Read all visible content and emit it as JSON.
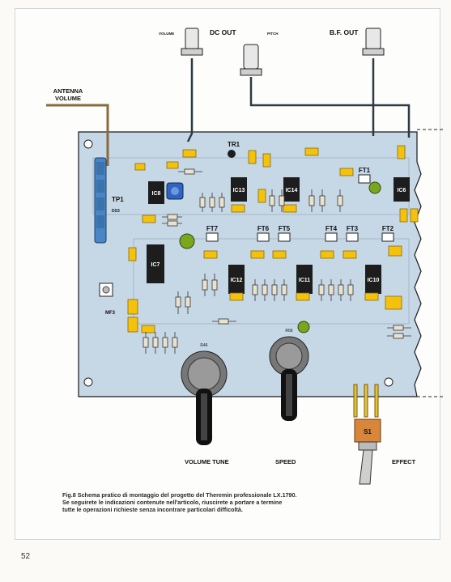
{
  "figure": {
    "top_labels": {
      "volume": "VOLUME",
      "dc_out": "DC OUT",
      "pitch": "PITCH",
      "bf_out": "B.F. OUT"
    },
    "antenna_label_1": "ANTENNA",
    "antenna_label_2": "VOLUME",
    "bottom_labels": {
      "volume_tune": "VOLUME TUNE",
      "speed": "SPEED",
      "effect": "EFFECT"
    },
    "switch_label": "S1",
    "pot_labels": {
      "r46": "R46",
      "r66": "R66"
    },
    "ic_labels": [
      "IC8",
      "IC13",
      "IC14",
      "IC6",
      "IC7",
      "IC12",
      "IC11",
      "IC10"
    ],
    "ft_labels": [
      "FT7",
      "FT6",
      "FT5",
      "FT4",
      "FT3",
      "FT2",
      "FT1"
    ],
    "misc_labels": {
      "tr1": "TR1",
      "tp1": "TP1",
      "mf3": "MF3",
      "ds3": "DS3"
    }
  },
  "caption": {
    "line1": "Fig.8 Schema pratico di montaggio del progetto del Theremin professionale LX.1790.",
    "line2": "Se seguirete le indicazioni contenute nell'articolo, riuscirete a portare a termine",
    "line3": "tutte le operazioni richieste senza incontrare particolari difficoltà."
  },
  "page_number": "52",
  "colors": {
    "board": "#c6d7e6",
    "capacitor": "#f4c20d",
    "trace": "#2d3a44",
    "led": "#7aa61d"
  }
}
